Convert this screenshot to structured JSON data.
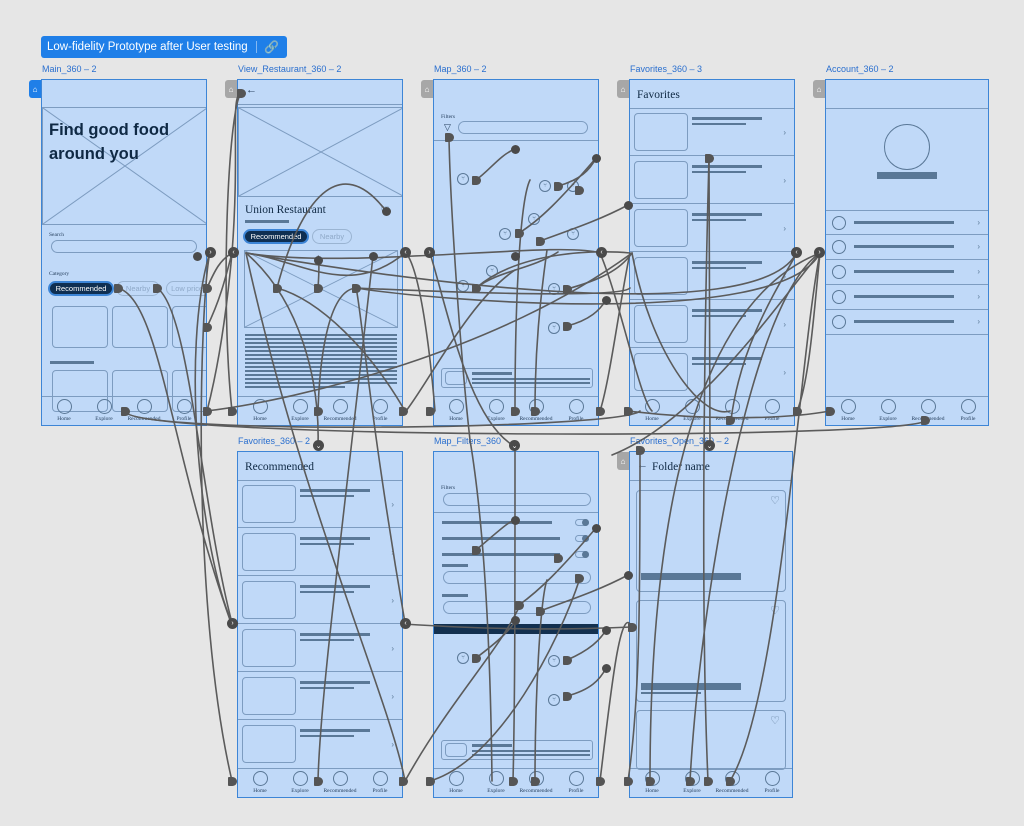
{
  "prototype_title": "Low-fidelity Prototype after User testing",
  "frames": {
    "main": {
      "label": "Main_360 – 2",
      "hero": "Find good food around you",
      "search_label": "Search",
      "category_label": "Category",
      "chips": [
        "Recommended",
        "Nearby",
        "Low prices"
      ]
    },
    "view_restaurant": {
      "label": "View_Restaurant_360 – 2",
      "name": "Union Restaurant",
      "chips": [
        "Recommended",
        "Nearby"
      ]
    },
    "map": {
      "label": "Map_360 – 2",
      "filters": "Filters"
    },
    "favorites": {
      "label": "Favorites_360 – 3",
      "title": "Favorites"
    },
    "account": {
      "label": "Account_360 – 2"
    },
    "recommended": {
      "label": "Favorites_360 – 2",
      "title": "Recommended"
    },
    "map_filters": {
      "label": "Map_Filters_360",
      "filters": "Filters"
    },
    "folder": {
      "label": "Favorites_Open_360 – 2",
      "title": "Folder name"
    }
  },
  "nav": [
    "Home",
    "Explore",
    "Recommended",
    "Profile"
  ],
  "colors": {
    "frame": "#c0d9f8",
    "frame_border": "#3d85d6",
    "accent": "#1f7fe8",
    "wire": "#5b5b5b",
    "chip_active": "#0f2f52"
  }
}
